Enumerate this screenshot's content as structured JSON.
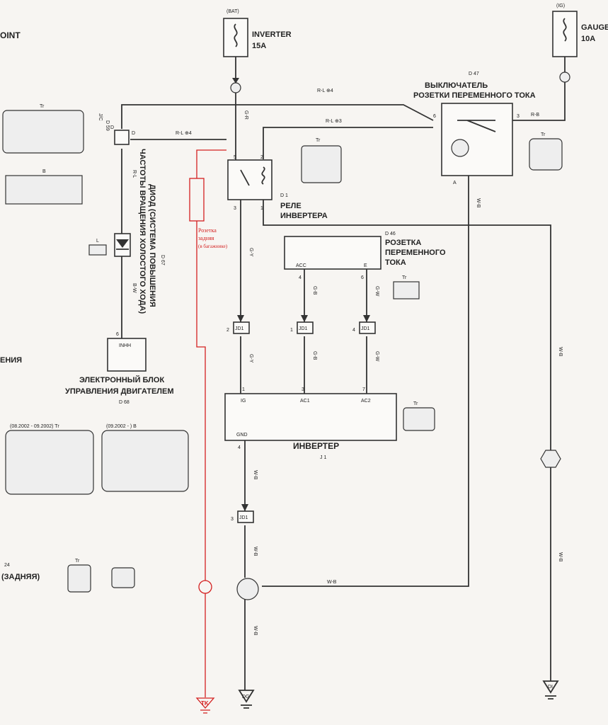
{
  "top_left_label": "OINT",
  "fuse_inverter": {
    "supply": "(BAT)",
    "name": "INVERTER",
    "rating": "15A"
  },
  "fuse_gauge": {
    "supply": "(IG)",
    "name": "GAUGE",
    "rating": "10A"
  },
  "ac_switch": {
    "code": "D 47",
    "title": "ВЫКЛЮЧАТЕЛЬ",
    "subtitle": "РОЗЕТКИ ПЕРЕМЕННОГО ТОКА",
    "pin_left": "6",
    "pin_right": "3",
    "pin_bottom": "A"
  },
  "relay": {
    "code": "D 1",
    "title": "РЕЛЕ",
    "subtitle": "ИНВЕРТЕРА",
    "pins": [
      "5",
      "2",
      "3",
      "1"
    ]
  },
  "jc": {
    "code": "D 59",
    "name": "J/C",
    "pin": "D"
  },
  "diode": {
    "code": "D 67",
    "title": "ДИОД (СИСТЕМА ПОВЫШЕНИЯ",
    "subtitle": "ЧАСТОТЫ ВРАЩЕНИЯ ХОЛОСТОГО ХОДА)"
  },
  "socket": {
    "code": "D 46",
    "title": "РОЗЕТКА",
    "line2": "ПЕРЕМЕННОГО",
    "line3": "ТОКА",
    "pin_acc": "ACC",
    "pin_e": "E",
    "pins": [
      "4",
      "6"
    ]
  },
  "red_note": {
    "line1": "Розетка",
    "line2": "задняя",
    "line3": "(в багажнике)",
    "ground": "TK"
  },
  "ecu": {
    "title": "ЭЛЕКТРОННЫЙ БЛОК",
    "subtitle": "УПРАВЛЕНИЯ ДВИГАТЕЛЕМ",
    "code": "D 68",
    "pin_name": "INHH",
    "pin": "6",
    "variant_a": "(08.2002 - 09.2002) Tr",
    "variant_b": "(09.2002 - ) B"
  },
  "inverter": {
    "title": "ИНВЕРТЕР",
    "code": "J 1",
    "pin_ig": "IG",
    "pin_ac1": "AC1",
    "pin_ac2": "AC2",
    "pin_gnd": "GND",
    "pin_numbers": [
      "1",
      "3",
      "7",
      "4"
    ]
  },
  "junctions": {
    "jd1": "JD1",
    "numbers": [
      "2",
      "1",
      "4",
      "3"
    ]
  },
  "grounds": [
    "DG",
    "DI",
    "TK"
  ],
  "wires": {
    "r_l_4_top": "R-L ⊕4",
    "r_l_3": "R-L ⊕3",
    "r_l_4_jc": "R-L ⊕4",
    "g_r": "G-R",
    "r_b": "R-B",
    "r_l": "R-L",
    "b_w": "B-W",
    "g_y": "G-Y",
    "g_b": "G-B",
    "g_w": "G-W",
    "w_b": "W-B"
  },
  "left_labels": {
    "enia": "ЕНИЯ",
    "rear_24": "24",
    "rear": "(ЗАДНЯЯ)"
  },
  "connector_tags": {
    "tr": "Tr",
    "b": "B",
    "l": "L"
  }
}
